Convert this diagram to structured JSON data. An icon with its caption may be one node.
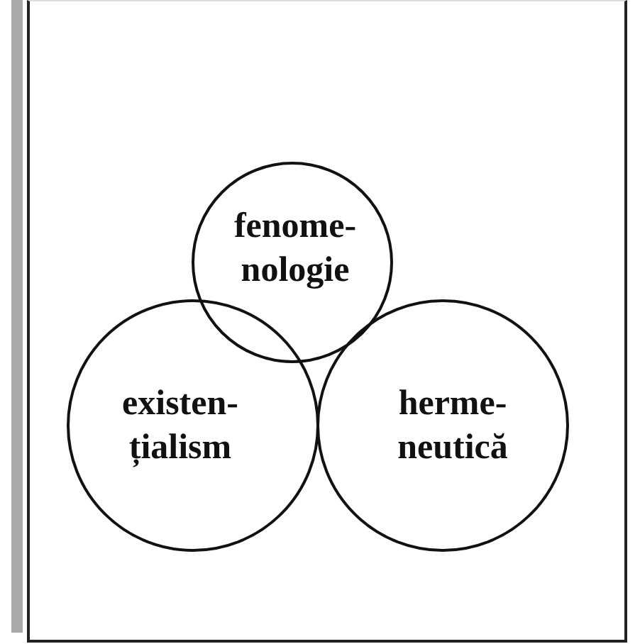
{
  "diagram": {
    "nodes": [
      {
        "text": [
          "fenome- nologie"
        ]
      },
      {
        "text": [
          "existen- țialism"
        ]
      },
      {
        "text": [
          "herme- neutică"
        ]
      }
    ]
  }
}
